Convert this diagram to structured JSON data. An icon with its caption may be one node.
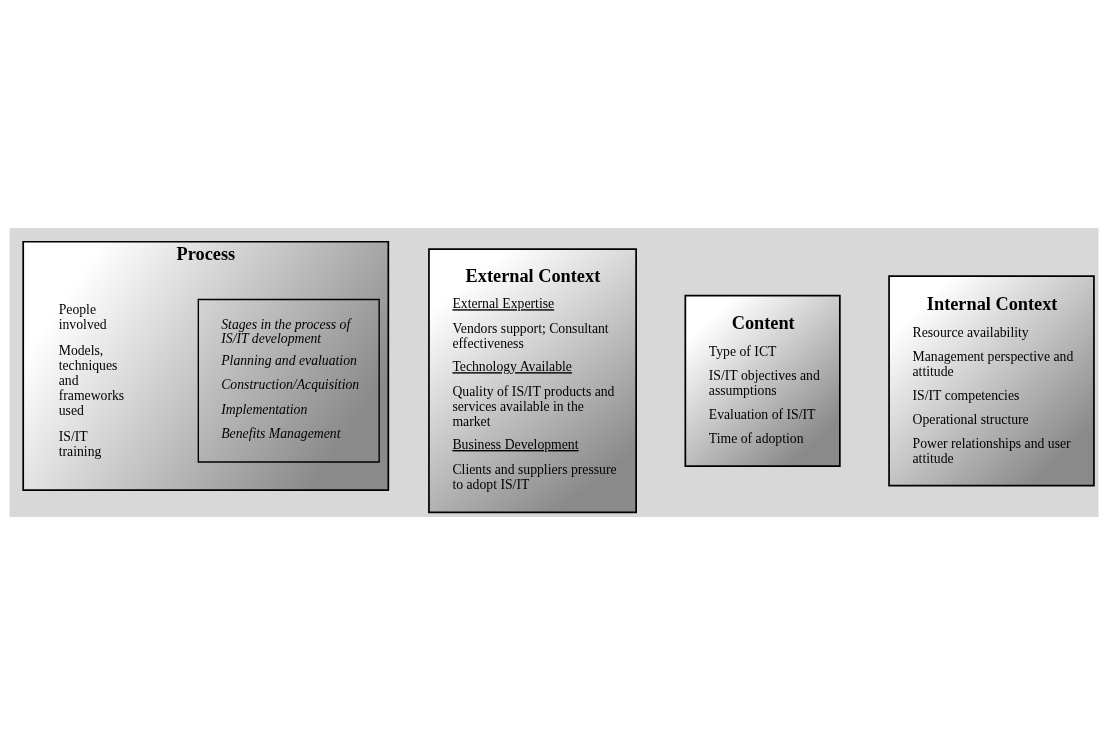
{
  "diagram": {
    "nodes": [
      {
        "text": [
          "Content",
          "Type of ICT",
          "IS/IT objectives and assumptions",
          "Evaluation of IS/IT",
          "Time of adoption"
        ]
      },
      {
        "text": [
          "External Context",
          "External Expertise",
          "Vendors support; Consultant effectiveness",
          "Technology Available",
          "Quality of IS/IT products and services available in the market",
          "Business Development",
          "Clients and suppliers pressure to adopt IS/IT"
        ]
      },
      {
        "text": [
          "Internal Context",
          "Resource availability",
          "Management perspective and attitude",
          "IS/IT competencies",
          "Operational structure",
          "Power relationships and user attitude"
        ]
      },
      {
        "text": [
          "Process",
          "People involved",
          "Models, techniques and frameworks used",
          "IS/IT training"
        ]
      },
      {
        "text": [
          "Stages in the process of IS/IT development",
          "Planning and evaluation",
          "Construction/Acquisition",
          "Implementation",
          "Benefits Management"
        ],
        "in": 3
      }
    ],
    "edges": []
  }
}
